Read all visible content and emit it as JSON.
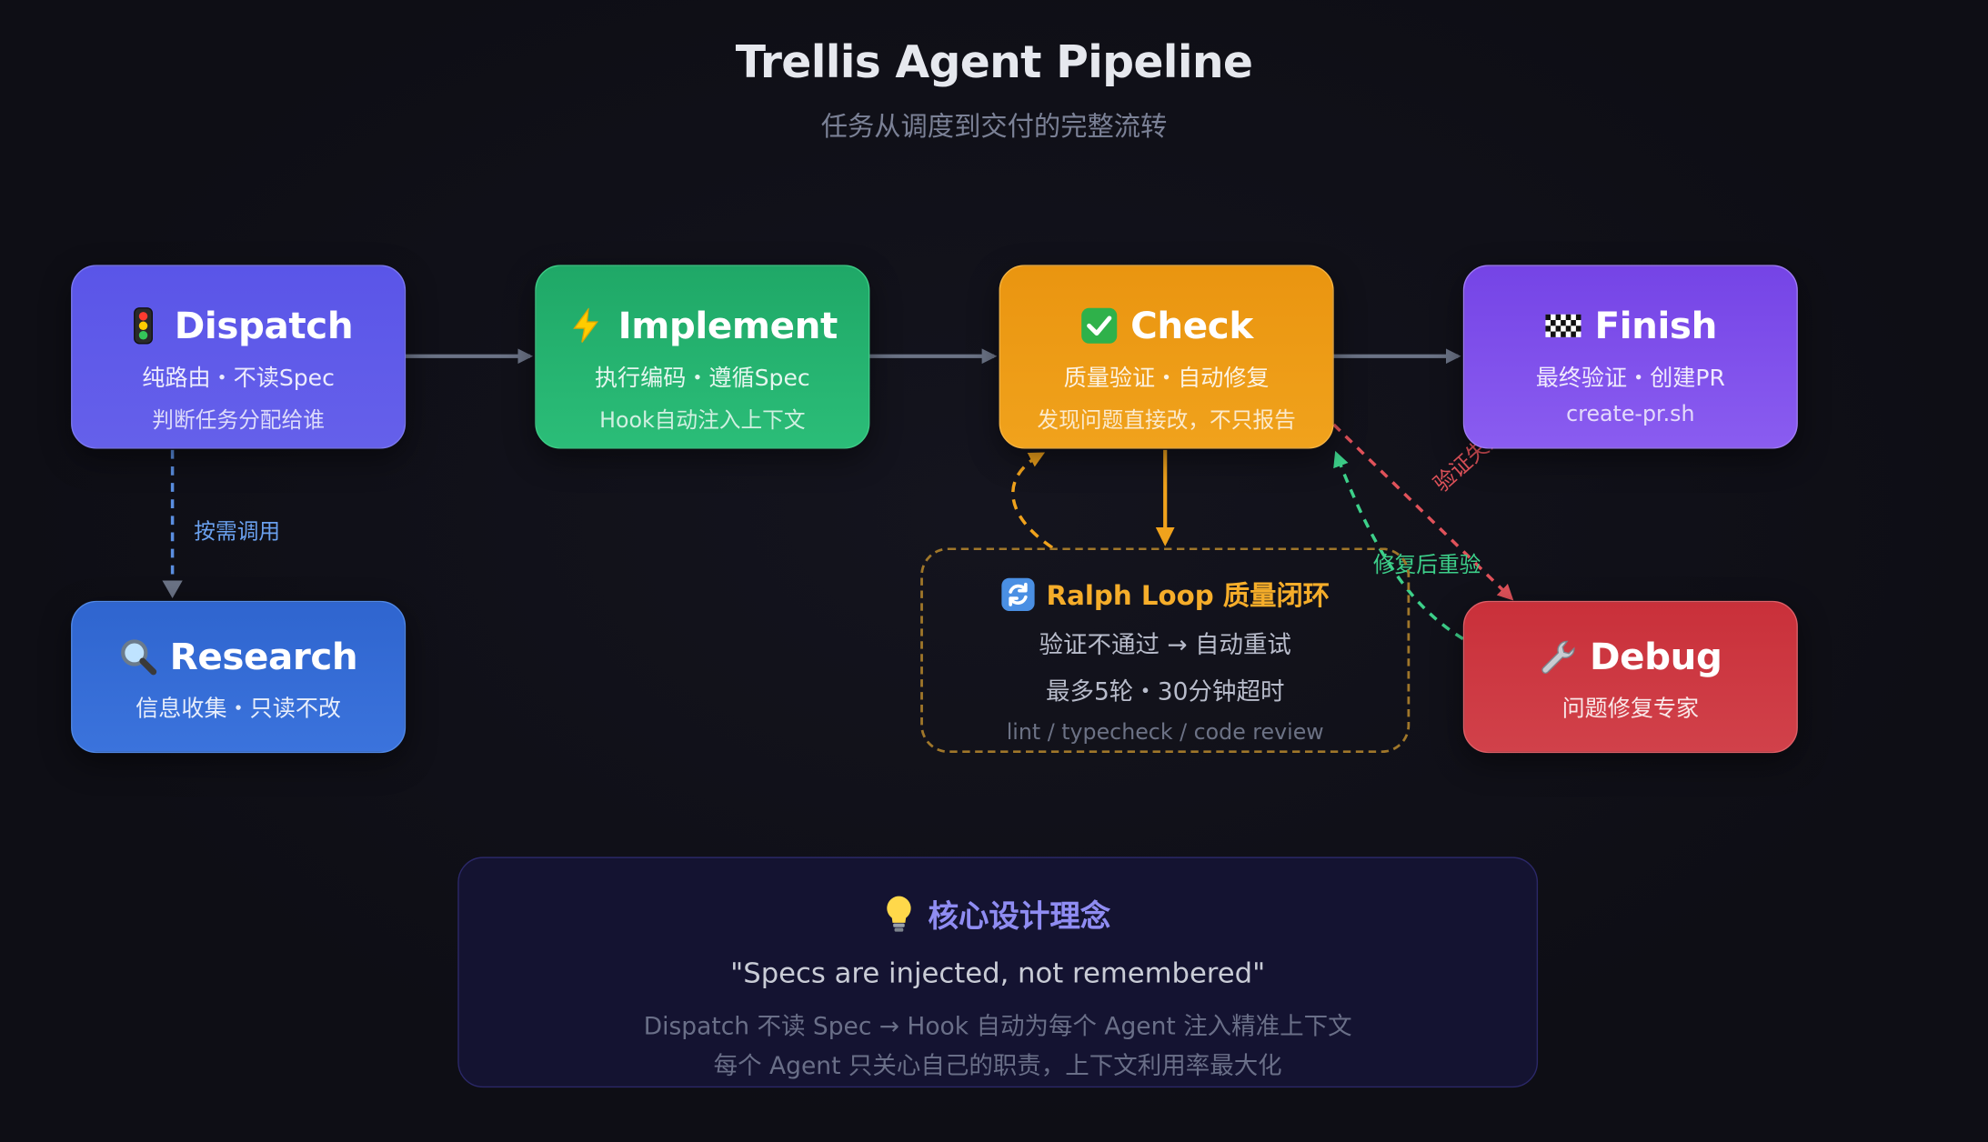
{
  "header": {
    "title": "Trellis Agent Pipeline",
    "subtitle": "任务从调度到交付的完整流转"
  },
  "nodes": {
    "dispatch": {
      "title": "Dispatch",
      "line1": "纯路由・不读Spec",
      "line2": "判断任务分配给谁",
      "icon": "traffic-light-icon"
    },
    "implement": {
      "title": "Implement",
      "line1": "执行编码・遵循Spec",
      "line2": "Hook自动注入上下文",
      "icon": "lightning-icon"
    },
    "check": {
      "title": "Check",
      "line1": "质量验证・自动修复",
      "line2": "发现问题直接改，不只报告",
      "icon": "check-mark-icon"
    },
    "finish": {
      "title": "Finish",
      "line1": "最终验证・创建PR",
      "line2": "create-pr.sh",
      "icon": "checkered-flag-icon"
    },
    "research": {
      "title": "Research",
      "line1": "信息收集・只读不改",
      "icon": "magnifier-icon"
    },
    "debug": {
      "title": "Debug",
      "line1": "问题修复专家",
      "icon": "wrench-icon"
    }
  },
  "loop": {
    "title": "Ralph Loop 质量闭环",
    "line1": "验证不通过 → 自动重试",
    "line2": "最多5轮・30分钟超时",
    "line3": "lint / typecheck / code review",
    "icon": "refresh-icon"
  },
  "edge_labels": {
    "on_demand": "按需调用",
    "verify_failed": "验证失败",
    "recheck_after_fix": "修复后重验"
  },
  "core": {
    "title": "核心设计理念",
    "quote": "\"Specs are injected, not remembered\"",
    "line1": "Dispatch 不读 Spec → Hook 自动为每个 Agent 注入精准上下文",
    "line2": "每个 Agent 只关心自己的职责，上下文利用率最大化",
    "icon": "lightbulb-icon"
  },
  "colors": {
    "background": "#0e0e15",
    "dispatch": "#5a55e8",
    "implement": "#1fa867",
    "check": "#ea9510",
    "finish": "#7544e6",
    "research": "#2f65cf",
    "debug": "#c9303a",
    "loop_accent": "#f5ad2a",
    "fail_edge": "#e0525a",
    "fix_edge": "#3dd08a",
    "arrow": "#6b7386"
  }
}
